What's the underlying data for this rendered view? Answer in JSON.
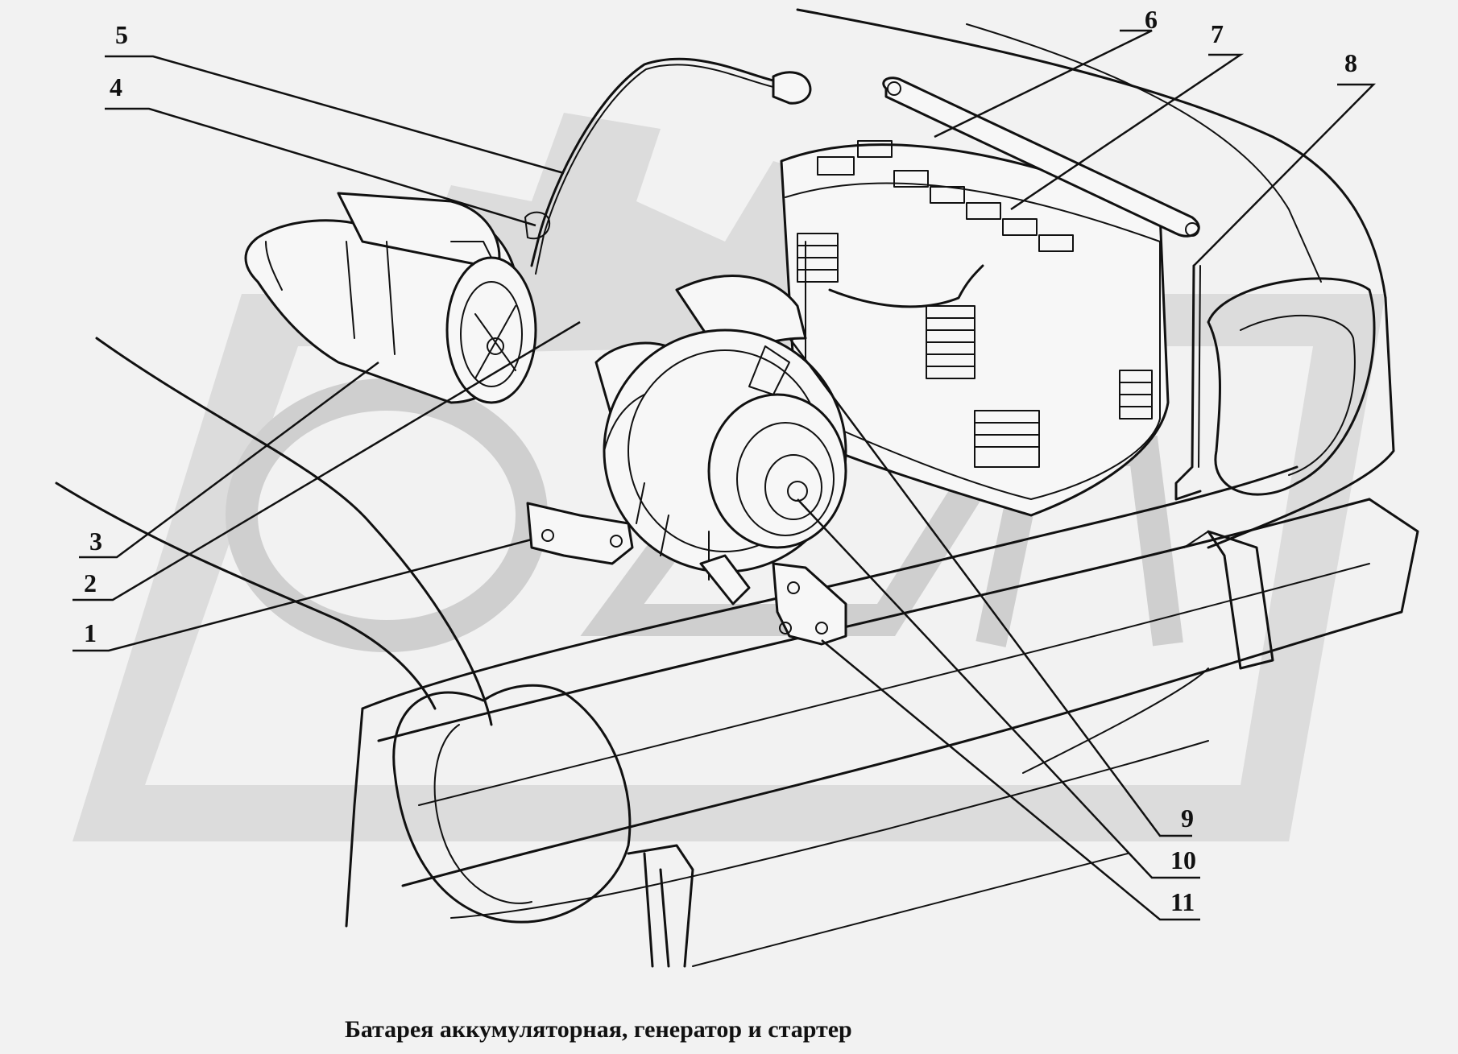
{
  "caption": "Батарея аккумуляторная, генератор и  стартер",
  "callouts": [
    {
      "id": "1",
      "label": "1"
    },
    {
      "id": "2",
      "label": "2"
    },
    {
      "id": "3",
      "label": "3"
    },
    {
      "id": "4",
      "label": "4"
    },
    {
      "id": "5",
      "label": "5"
    },
    {
      "id": "6",
      "label": "6"
    },
    {
      "id": "7",
      "label": "7"
    },
    {
      "id": "8",
      "label": "8"
    },
    {
      "id": "9",
      "label": "9"
    },
    {
      "id": "10",
      "label": "10"
    },
    {
      "id": "11",
      "label": "11"
    }
  ],
  "watermark": {
    "name": "gear-logo-watermark",
    "color": "#dcdcdc"
  }
}
